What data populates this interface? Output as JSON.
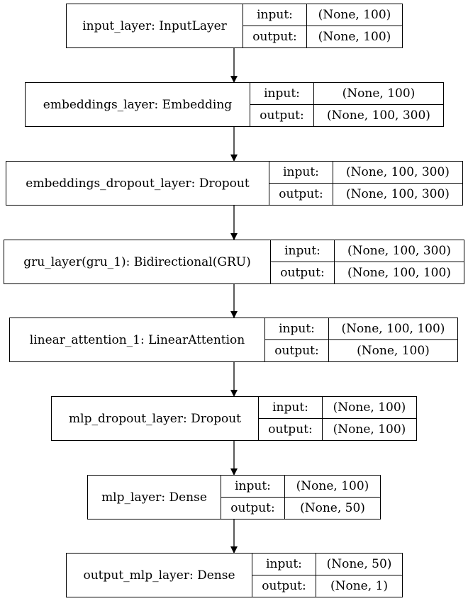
{
  "nodes": [
    {
      "name": "input_layer: InputLayer",
      "input_label": "input:",
      "output_label": "output:",
      "input": "(None, 100)",
      "output": "(None, 100)"
    },
    {
      "name": "embeddings_layer: Embedding",
      "input_label": "input:",
      "output_label": "output:",
      "input": "(None, 100)",
      "output": "(None, 100, 300)"
    },
    {
      "name": "embeddings_dropout_layer: Dropout",
      "input_label": "input:",
      "output_label": "output:",
      "input": "(None, 100, 300)",
      "output": "(None, 100, 300)"
    },
    {
      "name": "gru_layer(gru_1): Bidirectional(GRU)",
      "input_label": "input:",
      "output_label": "output:",
      "input": "(None, 100, 300)",
      "output": "(None, 100, 100)"
    },
    {
      "name": "linear_attention_1: LinearAttention",
      "input_label": "input:",
      "output_label": "output:",
      "input": "(None, 100, 100)",
      "output": "(None, 100)"
    },
    {
      "name": "mlp_dropout_layer: Dropout",
      "input_label": "input:",
      "output_label": "output:",
      "input": "(None, 100)",
      "output": "(None, 100)"
    },
    {
      "name": "mlp_layer: Dense",
      "input_label": "input:",
      "output_label": "output:",
      "input": "(None, 100)",
      "output": "(None, 50)"
    },
    {
      "name": "output_mlp_layer: Dense",
      "input_label": "input:",
      "output_label": "output:",
      "input": "(None, 50)",
      "output": "(None, 1)"
    }
  ]
}
